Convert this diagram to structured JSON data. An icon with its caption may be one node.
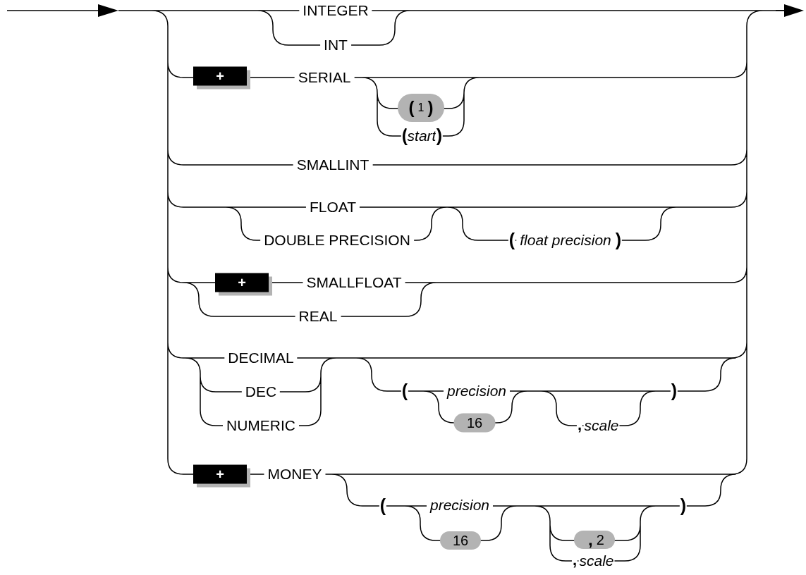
{
  "diagram": {
    "nodes": [
      {
        "text": [
          "+"
        ]
      },
      {
        "text": [
          "**(**1**)**"
        ]
      },
      {
        "text": [
          "+"
        ]
      },
      {
        "text": [
          "16"
        ]
      },
      {
        "text": [
          "+"
        ]
      },
      {
        "text": [
          "16"
        ]
      },
      {
        "text": [
          "**,** 2"
        ]
      }
    ],
    "labels": [
      "INTEGER",
      "INT",
      "SERIAL",
      "(",
      "start",
      ")",
      "SMALLINT",
      "FLOAT",
      "DOUBLE PRECISION",
      "(",
      "float precision",
      ")",
      "SMALLFLOAT",
      "REAL",
      "DECIMAL",
      "DEC",
      "NUMERIC",
      "(",
      "precision",
      ")",
      ",",
      "scale",
      "MONEY",
      "(",
      "precision",
      ")",
      ",",
      "scale"
    ]
  }
}
